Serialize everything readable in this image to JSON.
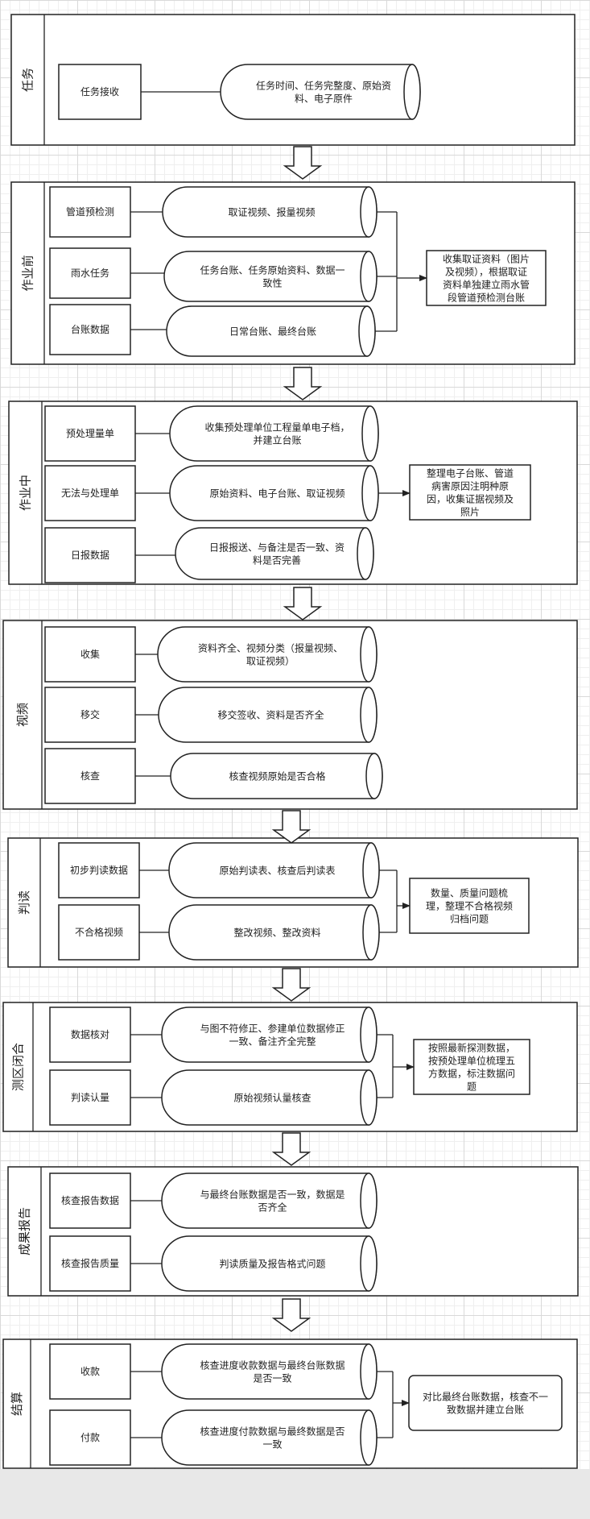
{
  "sections": [
    {
      "id": "task",
      "title": "任务",
      "rows": [
        {
          "label": "任务接收",
          "cylinder": [
            "任务时间、任务完整度、原始资",
            "料、电子原件"
          ]
        }
      ],
      "note": null
    },
    {
      "id": "pre-work",
      "title": "作业前",
      "rows": [
        {
          "label": "管道预检测",
          "cylinder": [
            "取证视频、报量视频"
          ]
        },
        {
          "label": "雨水任务",
          "cylinder": [
            "任务台账、任务原始资料、数据一",
            "致性"
          ]
        },
        {
          "label": "台账数据",
          "cylinder": [
            "日常台账、最终台账"
          ]
        }
      ],
      "note": [
        "收集取证资料（图片",
        "及视频），根据取证",
        "资料单独建立雨水管",
        "段管道预检测台账"
      ]
    },
    {
      "id": "in-work",
      "title": "作业中",
      "rows": [
        {
          "label": "预处理量单",
          "cylinder": [
            "收集预处理单位工程量单电子档，",
            "并建立台账"
          ]
        },
        {
          "label": "无法与处理单",
          "cylinder": [
            "原始资料、电子台账、取证视频"
          ]
        },
        {
          "label": "日报数据",
          "cylinder": [
            "日报报送、与备注是否一致、资",
            "料是否完善"
          ]
        }
      ],
      "note": [
        "整理电子台账、管道",
        "病害原因注明种原",
        "因，收集证据视频及",
        "照片"
      ]
    },
    {
      "id": "video",
      "title": "视频",
      "rows": [
        {
          "label": "收集",
          "cylinder": [
            "资料齐全、视频分类（报量视频、",
            "取证视频）"
          ]
        },
        {
          "label": "移交",
          "cylinder": [
            "移交签收、资料是否齐全"
          ]
        },
        {
          "label": "核查",
          "cylinder": [
            "核查视频原始是否合格"
          ]
        }
      ],
      "note": null
    },
    {
      "id": "judge",
      "title": "判读",
      "rows": [
        {
          "label": "初步判读数据",
          "cylinder": [
            "原始判读表、核查后判读表"
          ]
        },
        {
          "label": "不合格视频",
          "cylinder": [
            "整改视频、整改资料"
          ]
        }
      ],
      "note": [
        "数量、质量问题梳",
        "理，整理不合格视频",
        "归档问题"
      ]
    },
    {
      "id": "closure",
      "title": "测区闭合",
      "rows": [
        {
          "label": "数据核对",
          "cylinder": [
            "与图不符修正、参建单位数据修正",
            "一致、备注齐全完整"
          ]
        },
        {
          "label": "判读认量",
          "cylinder": [
            "原始视频认量核查"
          ]
        }
      ],
      "note": [
        "按照最新探测数据，",
        "按预处理单位梳理五",
        "方数据，标注数据问",
        "题"
      ]
    },
    {
      "id": "report",
      "title": "成果报告",
      "rows": [
        {
          "label": "核查报告数据",
          "cylinder": [
            "与最终台账数据是否一致，数据是",
            "否齐全"
          ]
        },
        {
          "label": "核查报告质量",
          "cylinder": [
            "判读质量及报告格式问题"
          ]
        }
      ],
      "note": null
    },
    {
      "id": "settlement",
      "title": "结算",
      "rows": [
        {
          "label": "收款",
          "cylinder": [
            "核查进度收款数据与最终台账数据",
            "是否一致"
          ]
        },
        {
          "label": "付款",
          "cylinder": [
            "核查进度付款数据与最终数据是否",
            "一致"
          ]
        }
      ],
      "note": [
        "对比最终台账数据，核查不一",
        "致数据并建立台账"
      ],
      "note_rounded": true
    }
  ]
}
